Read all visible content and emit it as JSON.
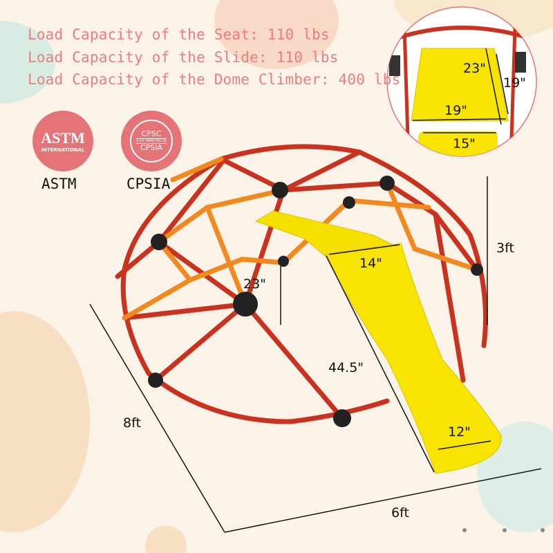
{
  "capacities": [
    "Load Capacity of the Seat: 110 lbs",
    "Load Capacity of the Slide: 110 lbs",
    "Load Capacity of the Dome Climber: 400 lbs"
  ],
  "certifications": {
    "astm": {
      "logo_text": "ASTM",
      "logo_subtext": "INTERNATIONAL",
      "label": "ASTM"
    },
    "cpsia": {
      "logo_top": "CPSC",
      "logo_middle": "U.S.A. WWW.CPSC.US",
      "logo_bottom": "CPSIA",
      "label": "CPSIA"
    }
  },
  "inset_dimensions": {
    "seat_length": "23\"",
    "side": "19\"",
    "seat_width": "19\"",
    "slide_top_width": "15\""
  },
  "dimensions": {
    "height": "3ft",
    "seat_height": "23\"",
    "slide_top_width": "14\"",
    "slide_length": "44.5\"",
    "slide_bottom_width": "12\"",
    "depth": "8ft",
    "width": "6ft"
  },
  "colors": {
    "text_accent": "#ea7d7f",
    "frame_red": "#c8321e",
    "frame_orange": "#f08a1e",
    "slide_yellow": "#f7e400",
    "badge": "#e47478"
  }
}
